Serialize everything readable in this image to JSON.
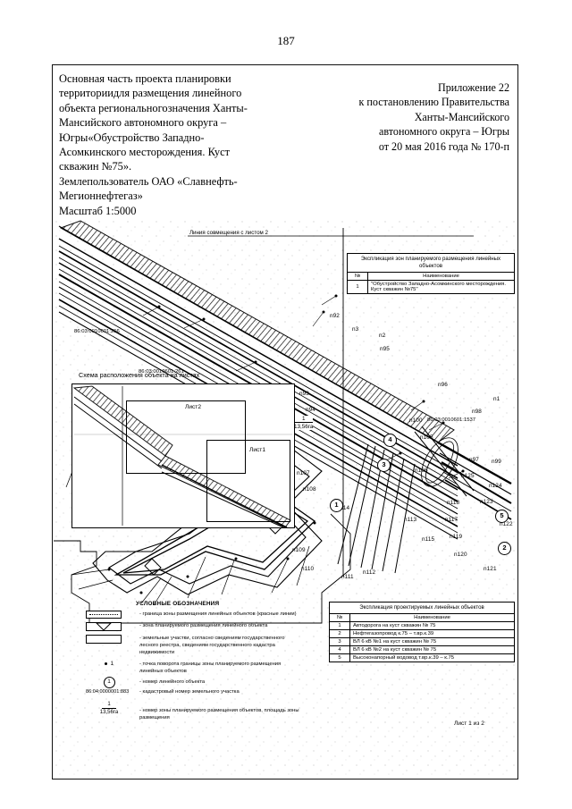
{
  "document": {
    "page_number": "187",
    "sheet_note": "Лист 1 из 2"
  },
  "header": {
    "left_lines": [
      "Основная часть проекта  планировки",
      "территориидля размещения линейного",
      "объекта региональногозначения Ханты-",
      "Мансийского автономного округа –",
      "Югры«Обустройство Западно-",
      "Асомкинского месторождения. Куст",
      "скважин №75».",
      "Землепользователь ОАО «Славнефть-",
      "Мегионнефтегаз»",
      "Масштаб 1:5000"
    ],
    "right_lines": [
      "Приложение 22",
      "к постановлению Правительства",
      "Ханты-Мансийского",
      "автономного округа – Югры",
      "от 20 мая 2016 года № 170-п"
    ]
  },
  "map": {
    "join_line_label": "Линия совмещения с листом 2",
    "scheme_caption": "Схема расположения объекта на листах",
    "inset": {
      "sheet2_label": "Лист2",
      "sheet1_label": "Лист1"
    },
    "zone_label": {
      "numerator": "1",
      "denominator": "13,56га"
    },
    "cadastral_labels": [
      "86:03:0010601:256",
      "86:03:0010601:261",
      "86:03:0010601:1537"
    ],
    "point_labels": [
      "n92",
      "n3",
      "n2",
      "n95",
      "n93",
      "n94",
      "n100",
      "n105",
      "n96",
      "n1",
      "n98",
      "n97",
      "n99",
      "n106",
      "n107",
      "n108",
      "n114",
      "n109",
      "n110",
      "n111",
      "n112",
      "n113",
      "n115",
      "n117",
      "n118",
      "n119",
      "n120",
      "n121",
      "n122",
      "n123",
      "n124",
      "n125"
    ],
    "object_numbers": [
      "1",
      "2",
      "3",
      "4",
      "5"
    ]
  },
  "zones_table": {
    "caption": "Экспликация зон планируемого размещения линейных объектов",
    "columns": [
      "№",
      "Наименование"
    ],
    "rows": [
      {
        "no": "1",
        "name": "\"Обустройство Западно-Асомкинского месторождения. Куст скважин №75\""
      }
    ]
  },
  "objects_table": {
    "caption": "Экспликация проектируемых линейных объектов",
    "columns": [
      "№",
      "Наименование"
    ],
    "rows": [
      {
        "no": "1",
        "name": "Автодорога на куст скважин № 75"
      },
      {
        "no": "2",
        "name": "Нефтегазопровод  к.75 – т.вр.к.39"
      },
      {
        "no": "3",
        "name": "ВЛ 6 кВ №1 на куст скважин № 75"
      },
      {
        "no": "4",
        "name": "ВЛ 6 кВ №2 на куст скважин № 75"
      },
      {
        "no": "5",
        "name": "Высоконапорный водовод  т.вр.к.39 – к.75"
      }
    ]
  },
  "legend": {
    "title": "УСЛОВНЫЕ ОБОЗНАЧЕНИЯ",
    "entries": [
      {
        "symbol": "red-line-box",
        "text": "- граница зоны размещения линейных объектов (красные линии)"
      },
      {
        "symbol": "zone-box",
        "text": "- зона планируемого размещения линейного объекта"
      },
      {
        "symbol": "parcel-box",
        "text": "- земельные участки, согласно сведениям государственного лесного реестра, сведениям государственного кадастра недвижимости"
      },
      {
        "symbol": "point-dot",
        "marker": "1",
        "text": "- точка поворота границы зоны планируемого размещения линейных объектов"
      },
      {
        "symbol": "circled-number",
        "marker": "1",
        "text": "- номер линейного объекта"
      },
      {
        "symbol": "cadastral-number",
        "marker": "86:04:0000001:883",
        "text": "- кадастровый номер земельного участка"
      },
      {
        "symbol": "zone-fraction",
        "marker_top": "1",
        "marker_bottom": "13,56га",
        "text": "- номер зоны планируемого размещения объектов, площадь зоны размещения"
      }
    ]
  }
}
